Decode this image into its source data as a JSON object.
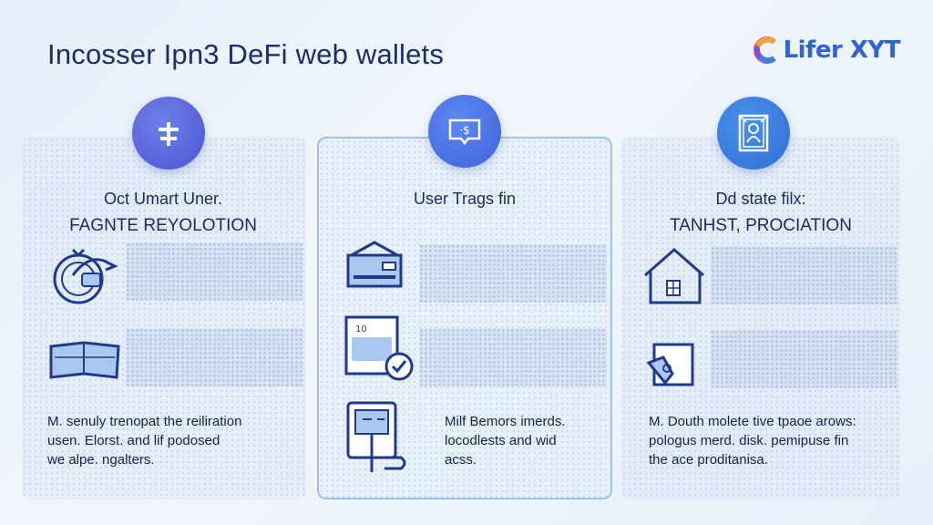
{
  "header": {
    "title": "Incosser Ipn3 DeFi web wallets",
    "brand": "Lifer XYT"
  },
  "columns": [
    {
      "icon": "align-center-icon",
      "heading_line1": "Oct Umart Uner.",
      "heading_line2": "FAGNTE REYOLOTION",
      "items": [
        "clock-hand-icon",
        "map-icon"
      ],
      "description": [
        "M. senuly trenopat the reiliration",
        "usen. Elorst. and lif podosed",
        "we alpe. ngalters."
      ]
    },
    {
      "icon": "dollar-screen-icon",
      "heading_line1": "User Trags fin",
      "heading_line2": "",
      "items": [
        "envelope-card-icon",
        "window-check-icon",
        "dropper-device-icon"
      ],
      "description": [
        "Milf Bemors imerds.",
        "locodlests and wid",
        "acss."
      ]
    },
    {
      "icon": "framed-portrait-icon",
      "heading_line1": "Dd state filx:",
      "heading_line2": "TANHST, PROCIATION",
      "items": [
        "house-icon",
        "document-tool-icon"
      ],
      "description": [
        "M. Douth molete tive tpaoe arows:",
        "pologus merd. disk. pemipuse fin",
        "the ace proditanisa."
      ]
    }
  ],
  "colors": {
    "title": "#1b2d6b",
    "brand": "#2f63d6",
    "accent": "#3e63dc",
    "panel_border": "#9cc2ea"
  }
}
